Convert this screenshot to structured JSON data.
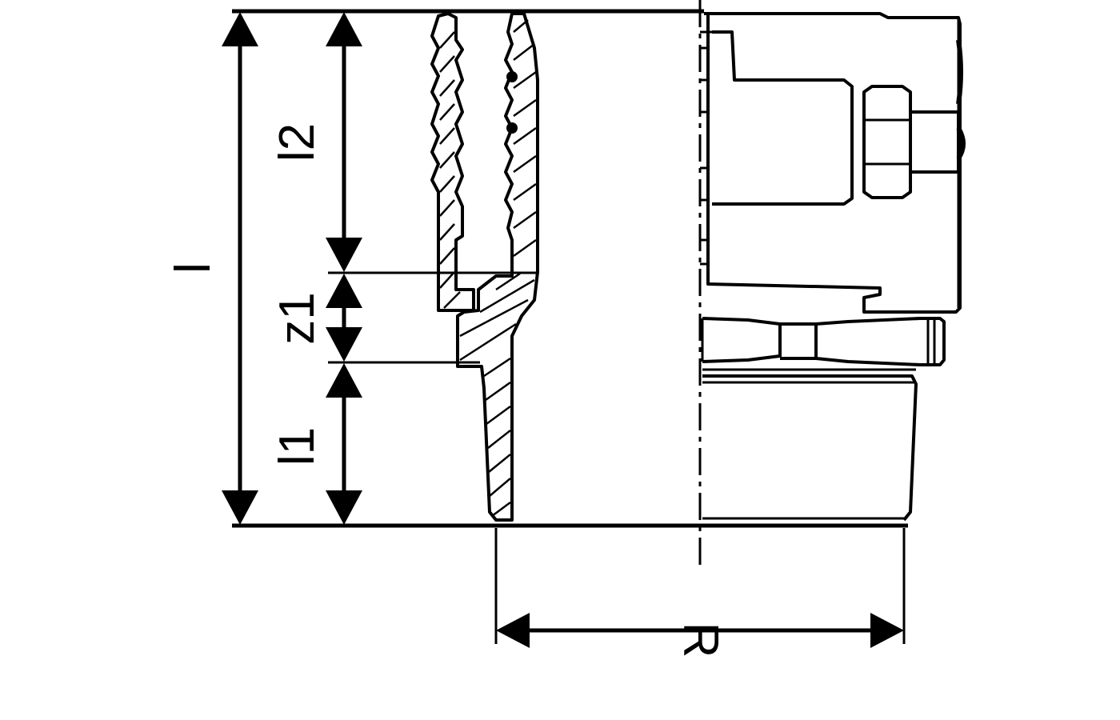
{
  "drawing": {
    "dimensions": {
      "overall_length": "l",
      "thread_length": "l1",
      "press_length": "l2",
      "offset": "z1",
      "thread_size": "R"
    }
  }
}
